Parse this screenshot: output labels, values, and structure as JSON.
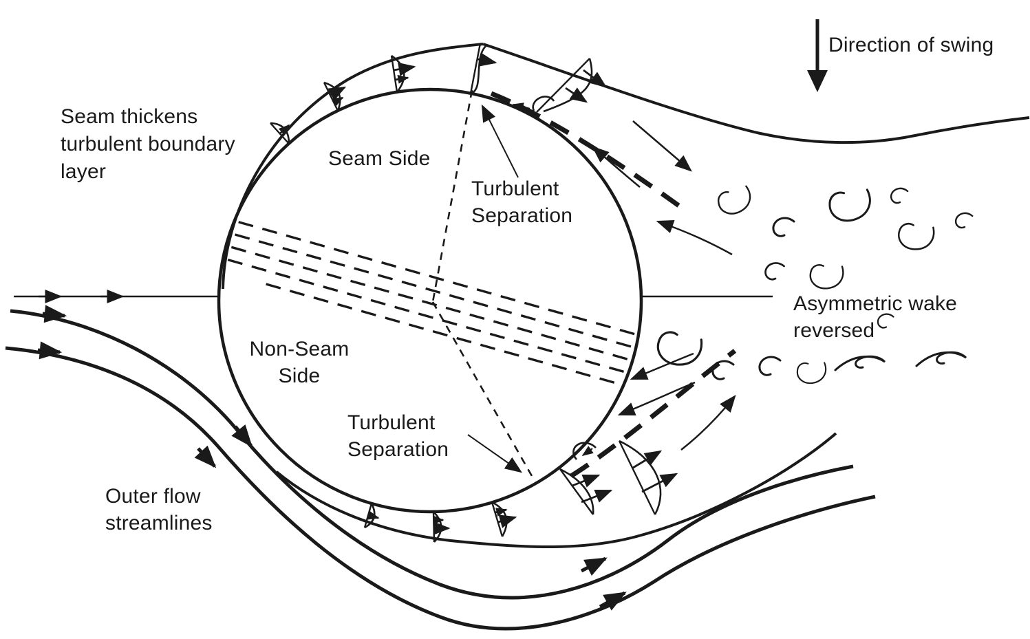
{
  "figure": {
    "subject": "Reverse swing aerodynamics diagram of a cricket ball",
    "colors": {
      "ink": "#1a1a1a",
      "background": "#ffffff"
    },
    "labels": {
      "seam_thickens": "Seam thickens\nturbulent boundary\nlayer",
      "seam_side": "Seam Side",
      "turbulent_separation_top": "Turbulent\nSeparation",
      "direction_of_swing": "Direction of swing",
      "asymmetric_wake": "Asymmetric wake\nreversed",
      "non_seam_side": "Non-Seam\nSide",
      "turbulent_separation_bottom": "Turbulent\nSeparation",
      "outer_flow": "Outer flow\nstreamlines"
    },
    "icons": [
      "down-arrow-icon",
      "right-arrow-icon",
      "vortex-swirl-icon",
      "velocity-profile-icon",
      "dashed-seam-icon"
    ]
  }
}
